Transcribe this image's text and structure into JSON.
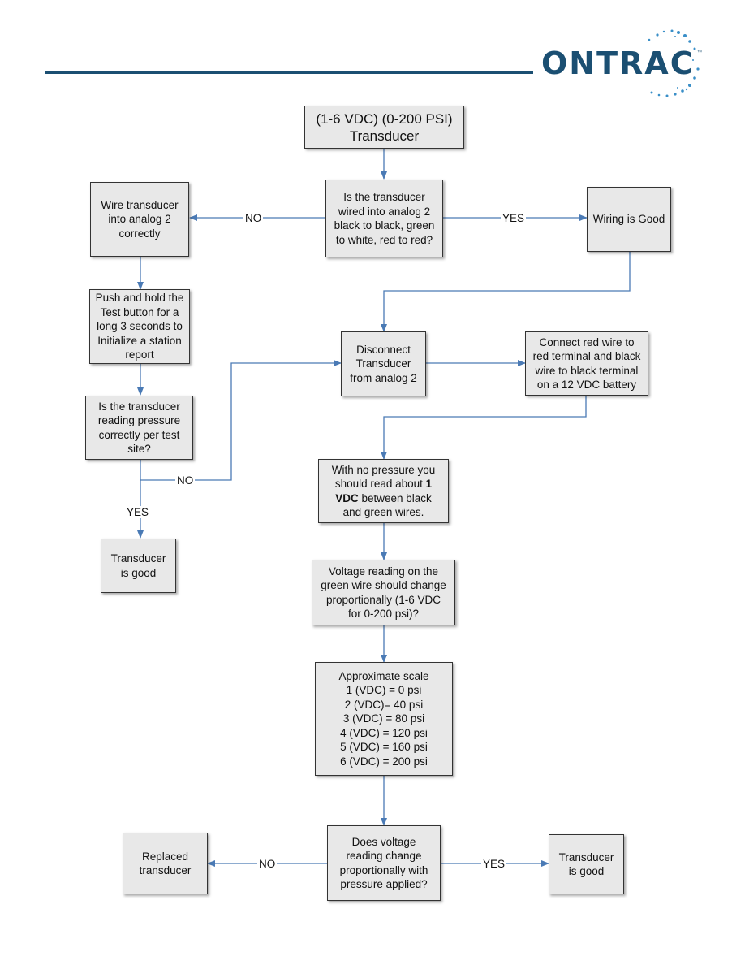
{
  "brand": {
    "name": "ONTRAC",
    "tm": "™",
    "color": "#1b4f72"
  },
  "diagram": {
    "nodes": {
      "start": "(1-6 VDC) (0-200 PSI)\nTransducer",
      "q_wired": "Is the transducer\nwired into analog 2\nblack to black, green\nto white, red to red?",
      "wire_correct": "Wire transducer\ninto analog 2\ncorrectly",
      "wiring_good": "Wiring is Good",
      "push_test": "Push and hold the\nTest button for a\nlong 3 seconds to\nInitialize a station\nreport",
      "q_reading": "Is the transducer\nreading pressure\ncorrectly per test\nsite?",
      "good1": "Transducer\nis good",
      "disconnect": "Disconnect\nTransducer\nfrom analog 2",
      "connect": "Connect red wire to\nred terminal and black\nwire to black terminal\non a 12 VDC battery",
      "no_pressure_pre": "With no pressure you\nshould read about ",
      "no_pressure_bold": "1\nVDC",
      "no_pressure_post": " between black\nand green wires.",
      "voltage_reading": "Voltage reading on the\ngreen wire should change\nproportionally (1-6 VDC\nfor 0-200 psi)?",
      "scale": "Approximate scale\n1 (VDC) = 0 psi\n2 (VDC)= 40 psi\n3 (VDC) = 80 psi\n4 (VDC) = 120 psi\n5 (VDC) = 160 psi\n6 (VDC) = 200 psi",
      "q_change": "Does voltage\nreading change\nproportionally with\npressure applied?",
      "replaced": "Replaced\ntransducer",
      "good2": "Transducer\nis good"
    },
    "labels": {
      "no1": "NO",
      "yes1": "YES",
      "no2": "NO",
      "yes2": "YES",
      "no3": "NO",
      "yes3": "YES"
    },
    "colors": {
      "connector": "#4a7ab5",
      "box_fill": "#e8e8e8",
      "box_border": "#333333"
    }
  }
}
